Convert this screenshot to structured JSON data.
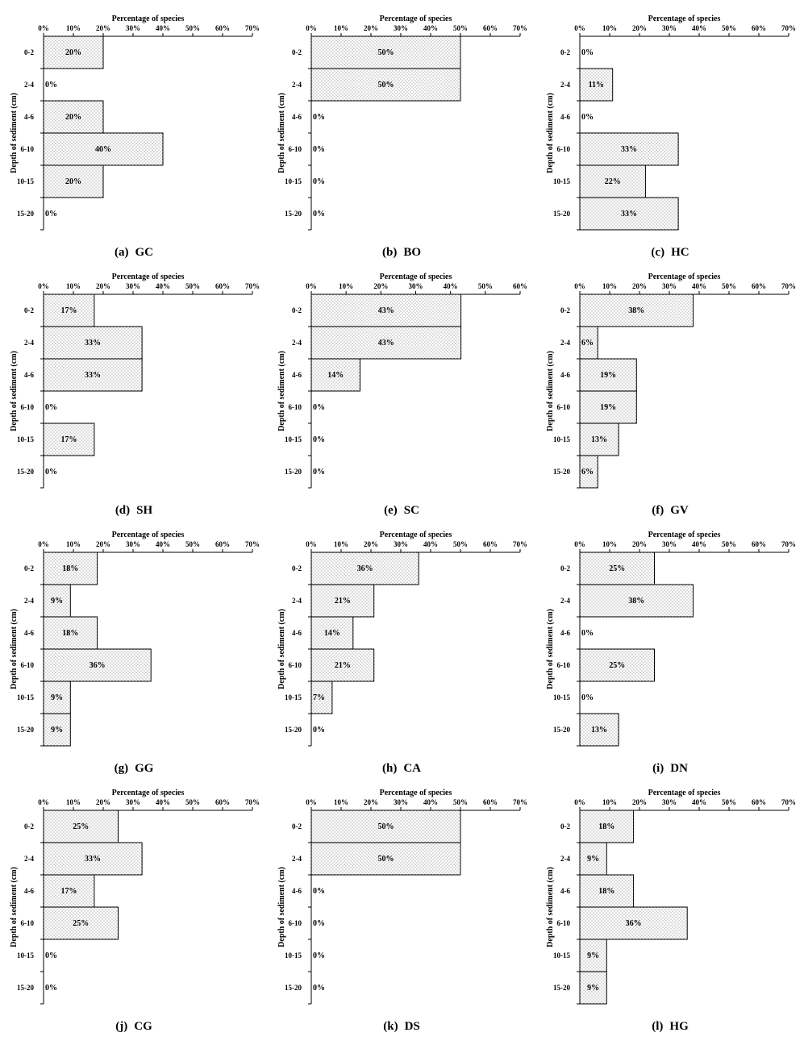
{
  "chart_data": [
    {
      "type": "bar",
      "orientation": "horizontal",
      "panel": "(a)",
      "caption": "GC",
      "xlabel": "Percentage of species",
      "ylabel": "Depth of sediment (cm)",
      "xlim": [
        0,
        70
      ],
      "xticks": [
        "0%",
        "10%",
        "20%",
        "30%",
        "40%",
        "50%",
        "60%",
        "70%"
      ],
      "categories": [
        "0-2",
        "2-4",
        "4-6",
        "6-10",
        "10-15",
        "15-20"
      ],
      "values": [
        20,
        0,
        20,
        40,
        20,
        0
      ],
      "labels": [
        "20%",
        "0%",
        "20%",
        "40%",
        "20%",
        "0%"
      ]
    },
    {
      "type": "bar",
      "orientation": "horizontal",
      "panel": "(b)",
      "caption": "BO",
      "xlabel": "Percentage of species",
      "ylabel": "Depth of sediment (cm)",
      "xlim": [
        0,
        70
      ],
      "xticks": [
        "0%",
        "10%",
        "20%",
        "30%",
        "40%",
        "50%",
        "60%",
        "70%"
      ],
      "categories": [
        "0-2",
        "2-4",
        "4-6",
        "6-10",
        "10-15",
        "15-20"
      ],
      "values": [
        50,
        50,
        0,
        0,
        0,
        0
      ],
      "labels": [
        "50%",
        "50%",
        "0%",
        "0%",
        "0%",
        "0%"
      ]
    },
    {
      "type": "bar",
      "orientation": "horizontal",
      "panel": "(c)",
      "caption": "HC",
      "xlabel": "Percentage of species",
      "ylabel": "Depth of sediment (cm)",
      "xlim": [
        0,
        70
      ],
      "xticks": [
        "0%",
        "10%",
        "20%",
        "30%",
        "40%",
        "50%",
        "60%",
        "70%"
      ],
      "categories": [
        "0-2",
        "2-4",
        "4-6",
        "6-10",
        "10-15",
        "15-20"
      ],
      "values": [
        0,
        11,
        0,
        33,
        22,
        33
      ],
      "labels": [
        "0%",
        "11%",
        "0%",
        "33%",
        "22%",
        "33%"
      ]
    },
    {
      "type": "bar",
      "orientation": "horizontal",
      "panel": "(d)",
      "caption": "SH",
      "xlabel": "Percentage of species",
      "ylabel": "Depth of sediment (cm)",
      "xlim": [
        0,
        70
      ],
      "xticks": [
        "0%",
        "10%",
        "20%",
        "30%",
        "40%",
        "50%",
        "60%",
        "70%"
      ],
      "categories": [
        "0-2",
        "2-4",
        "4-6",
        "6-10",
        "10-15",
        "15-20"
      ],
      "values": [
        17,
        33,
        33,
        0,
        17,
        0
      ],
      "labels": [
        "17%",
        "33%",
        "33%",
        "0%",
        "17%",
        "0%"
      ]
    },
    {
      "type": "bar",
      "orientation": "horizontal",
      "panel": "(e)",
      "caption": "SC",
      "xlabel": "Percentage of species",
      "ylabel": "Depth of sediment (cm)",
      "xlim": [
        0,
        60
      ],
      "xticks": [
        "0%",
        "10%",
        "20%",
        "30%",
        "40%",
        "50%",
        "60%"
      ],
      "categories": [
        "0-2",
        "2-4",
        "4-6",
        "6-10",
        "10-15",
        "15-20"
      ],
      "values": [
        43,
        43,
        14,
        0,
        0,
        0
      ],
      "labels": [
        "43%",
        "43%",
        "14%",
        "0%",
        "0%",
        "0%"
      ]
    },
    {
      "type": "bar",
      "orientation": "horizontal",
      "panel": "(f)",
      "caption": "GV",
      "xlabel": "Percentage of species",
      "ylabel": "Depth of sediment (cm)",
      "xlim": [
        0,
        70
      ],
      "xticks": [
        "0%",
        "10%",
        "20%",
        "30%",
        "40%",
        "50%",
        "60%",
        "70%"
      ],
      "categories": [
        "0-2",
        "2-4",
        "4-6",
        "6-10",
        "10-15",
        "15-20"
      ],
      "values": [
        38,
        6,
        19,
        19,
        13,
        6
      ],
      "labels": [
        "38%",
        "6%",
        "19%",
        "19%",
        "13%",
        "6%"
      ]
    },
    {
      "type": "bar",
      "orientation": "horizontal",
      "panel": "(g)",
      "caption": "GG",
      "xlabel": "Percentage of species",
      "ylabel": "Depth of sediment (cm)",
      "xlim": [
        0,
        70
      ],
      "xticks": [
        "0%",
        "10%",
        "20%",
        "30%",
        "40%",
        "50%",
        "60%",
        "70%"
      ],
      "categories": [
        "0-2",
        "2-4",
        "4-6",
        "6-10",
        "10-15",
        "15-20"
      ],
      "values": [
        18,
        9,
        18,
        36,
        9,
        9
      ],
      "labels": [
        "18%",
        "9%",
        "18%",
        "36%",
        "9%",
        "9%"
      ]
    },
    {
      "type": "bar",
      "orientation": "horizontal",
      "panel": "(h)",
      "caption": "CA",
      "xlabel": "Percentage of species",
      "ylabel": "Depth of sediment (cm)",
      "xlim": [
        0,
        70
      ],
      "xticks": [
        "0%",
        "10%",
        "20%",
        "30%",
        "40%",
        "50%",
        "60%",
        "70%"
      ],
      "categories": [
        "0-2",
        "2-4",
        "4-6",
        "6-10",
        "10-15",
        "15-20"
      ],
      "values": [
        36,
        21,
        14,
        21,
        7,
        0
      ],
      "labels": [
        "36%",
        "21%",
        "14%",
        "21%",
        "7%",
        "0%"
      ]
    },
    {
      "type": "bar",
      "orientation": "horizontal",
      "panel": "(i)",
      "caption": "DN",
      "xlabel": "Percentage of species",
      "ylabel": "Depth of sediment (cm)",
      "xlim": [
        0,
        70
      ],
      "xticks": [
        "0%",
        "10%",
        "20%",
        "30%",
        "40%",
        "50%",
        "60%",
        "70%"
      ],
      "categories": [
        "0-2",
        "2-4",
        "4-6",
        "6-10",
        "10-15",
        "15-20"
      ],
      "values": [
        25,
        38,
        0,
        25,
        0,
        13
      ],
      "labels": [
        "25%",
        "38%",
        "0%",
        "25%",
        "0%",
        "13%"
      ]
    },
    {
      "type": "bar",
      "orientation": "horizontal",
      "panel": "(j)",
      "caption": "CG",
      "xlabel": "Percentage of species",
      "ylabel": "Depth of sediment (cm)",
      "xlim": [
        0,
        70
      ],
      "xticks": [
        "0%",
        "10%",
        "20%",
        "30%",
        "40%",
        "50%",
        "60%",
        "70%"
      ],
      "categories": [
        "0-2",
        "2-4",
        "4-6",
        "6-10",
        "10-15",
        "15-20"
      ],
      "values": [
        25,
        33,
        17,
        25,
        0,
        0
      ],
      "labels": [
        "25%",
        "33%",
        "17%",
        "25%",
        "0%",
        "0%"
      ]
    },
    {
      "type": "bar",
      "orientation": "horizontal",
      "panel": "(k)",
      "caption": "DS",
      "xlabel": "Percentage of species",
      "ylabel": "Depth of sediment (cm)",
      "xlim": [
        0,
        70
      ],
      "xticks": [
        "0%",
        "10%",
        "20%",
        "30%",
        "40%",
        "50%",
        "60%",
        "70%"
      ],
      "categories": [
        "0-2",
        "2-4",
        "4-6",
        "6-10",
        "10-15",
        "15-20"
      ],
      "values": [
        50,
        50,
        0,
        0,
        0,
        0
      ],
      "labels": [
        "50%",
        "50%",
        "0%",
        "0%",
        "0%",
        "0%"
      ]
    },
    {
      "type": "bar",
      "orientation": "horizontal",
      "panel": "(l)",
      "caption": "HG",
      "xlabel": "Percentage of species",
      "ylabel": "Depth of sediment (cm)",
      "xlim": [
        0,
        70
      ],
      "xticks": [
        "0%",
        "10%",
        "20%",
        "30%",
        "40%",
        "50%",
        "60%",
        "70%"
      ],
      "categories": [
        "0-2",
        "2-4",
        "4-6",
        "6-10",
        "10-15",
        "15-20"
      ],
      "values": [
        18,
        9,
        18,
        36,
        9,
        9
      ],
      "labels": [
        "18%",
        "9%",
        "18%",
        "36%",
        "9%",
        "9%"
      ]
    }
  ]
}
